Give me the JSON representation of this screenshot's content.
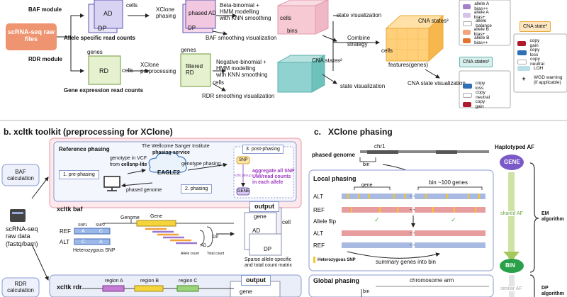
{
  "top": {
    "raw_files": "scRNA-seq raw files",
    "baf_module": "BAF module",
    "rdr_module": "RDR module",
    "ad": "AD",
    "dp": "DP",
    "cells1": "cells",
    "allele_counts": "Allele specific read counts",
    "xclone_phasing": "XClone\nphasing",
    "phased_ad": "phased AD",
    "bb_model": "Beta-binomial +\nHMM modelling\nwith KNN smoothing",
    "cells_bins": "cells",
    "bins": "bins",
    "baf_smooth_vis": "BAF smoothing visualization",
    "state_vis1": "state visualization",
    "genes1": "genes",
    "rd": "RD",
    "cells2": "cells",
    "gene_expr": "Gene expression read counts",
    "xclone_preproc": "XClone\npreprocessing",
    "genes2": "genes",
    "filtered_rd": "filtered\nRD",
    "cells3": "cells",
    "nb_model": "Negative-binomial +\nHMM modelling\nwith KNN smoothing",
    "cna_states2_lbl": "CNA states²",
    "rdr_smooth_vis": "RDR smoothing visualization",
    "state_vis2": "state visualization",
    "combine": "Combine\nstrategy",
    "cells4": "cells",
    "cna_states3_lbl": "CNA states³",
    "features_genes": "features(genes)",
    "cna_state_vis": "CNA state visualization"
  },
  "legend_baf": [
    {
      "label": "allele A bias++",
      "color": "#a580c9"
    },
    {
      "label": "allele A bias+",
      "color": "#d7c2ea"
    },
    {
      "label": "allele balance",
      "color": "#ffffff"
    },
    {
      "label": "allele B bias+",
      "color": "#f2a47a"
    },
    {
      "label": "allele B bias++",
      "color": "#e4722f"
    }
  ],
  "legend_cna3": {
    "title": "CNA state³",
    "items": [
      {
        "label": "copy gain",
        "color": "#b0182e"
      },
      {
        "label": "copy loss",
        "color": "#2e6fb5"
      },
      {
        "label": "copy neutral",
        "color": "#ffffff"
      },
      {
        "label": "LOH",
        "color": "#b9dfe9"
      },
      {
        "label": "WGD warning\n(if applicable)",
        "color": "+"
      }
    ]
  },
  "legend_cna2": {
    "title": "CNA states²",
    "items": [
      {
        "label": "copy loss",
        "color": "#2e6fb5"
      },
      {
        "label": "copy neutral",
        "color": "#ffffff"
      },
      {
        "label": "copy gain",
        "color": "#b0182e"
      }
    ]
  },
  "panel_b": {
    "tag": "b.",
    "title": "xcltk toolkit (preprocessing for XClone)",
    "baf_calc": "BAF\ncalculation",
    "rdr_calc": "RDR\ncalculation",
    "raw_data": "scRNA-seq\nraw data\n(fastq/bam)",
    "ref_phasing": "Reference phasing",
    "sanger": "The Wellcome Sanger Institute",
    "phasing_service": "phasing service",
    "genotype_vcf": "genotype in VCF",
    "from": "from ",
    "cellsnp": "cellsnp-lite",
    "eagle": "EAGLE2",
    "genotype_phasing": "genotype phasing",
    "pre_phasing": "1. pre-phasing",
    "phasing": "2. phasing",
    "phased_genome": "phased genome",
    "post_phasing": "3. post-phasing",
    "snp": "SNP",
    "gene": "GENE",
    "pileup": "xcltk pileup",
    "aggregate": "aggregate all SNP\nUMI/read counts\nin each allele",
    "xcltk_baf": "xcltk baf",
    "genome": "Genome",
    "gene_lbl": "Gene",
    "snp1": "SNP1",
    "snp2": "SNP2",
    "ref": "REF",
    "alt": "ALT",
    "het_snp": "Heterozygous SNP",
    "a": "A",
    "c": "C",
    "ad": "AD",
    "dp": "DP",
    "allele_count": "Allele count",
    "total_count": "Total count",
    "output": "output",
    "out_gene": "gene",
    "out_cell": "cell",
    "out_ad": "AD",
    "out_dp": "DP",
    "sparse": "Sparse allele-specific\nand total count matrix",
    "xcltk_rdr": "xcltk rdr",
    "region_a": "region A",
    "region_b": "region B",
    "region_c": "region C",
    "output2": "output",
    "out_gene2": "gene"
  },
  "panel_c": {
    "tag": "c.",
    "title": "XClone phasing",
    "phased_genome": "phased genome",
    "chr1": "chr1",
    "bin": "bin",
    "local_phasing": "Local phasing",
    "bin_genes": "bin  ~100 genes",
    "gene": "gene",
    "alt": "ALT",
    "ref": "REF",
    "allele_flip": "Allele flip",
    "alt2": "ALT",
    "ref2": "REF",
    "het_snp": "Heterozygous SNP",
    "summary": "summary genes into bin",
    "global_phasing": "Global phasing",
    "chrom_arm": "chromosome arm",
    "bin2": "bin",
    "haplotyped_af": "Haplotyped AF",
    "gene_node": "GENE",
    "shared_af": "shared AF",
    "em": "EM\nalgorithm",
    "bin_node": "BIN",
    "similar_af": "similar AF",
    "dp": "DP\nalgorithm"
  }
}
